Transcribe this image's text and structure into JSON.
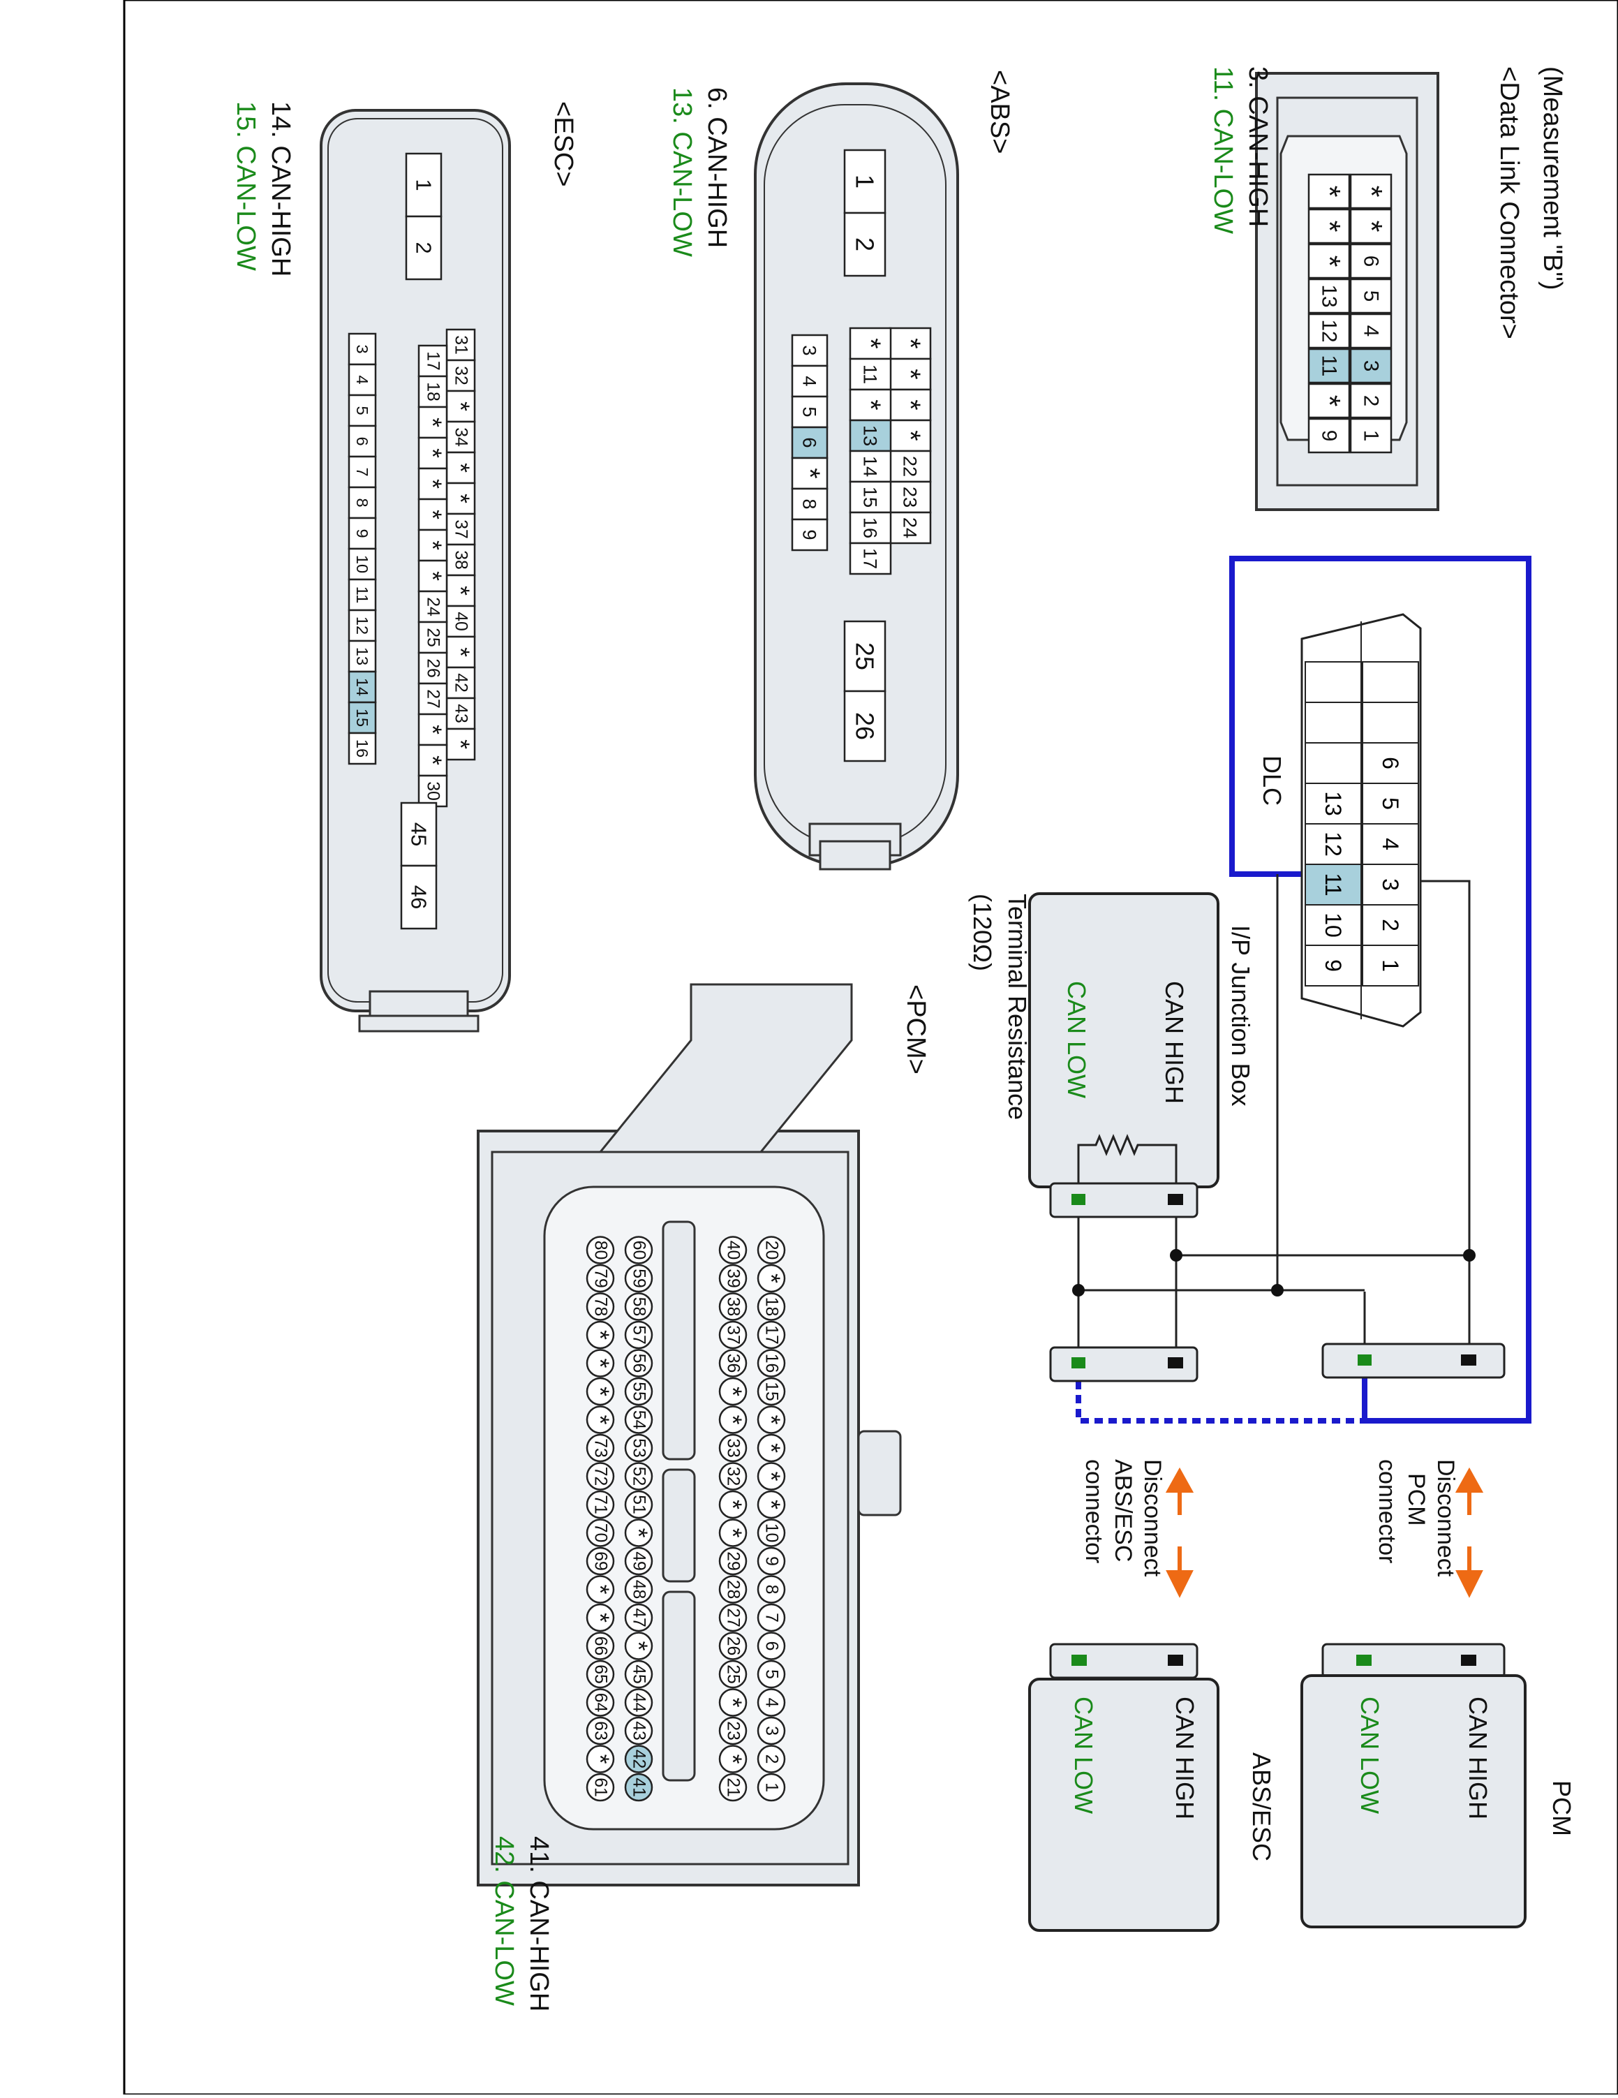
{
  "measurement_label": "(Measurement \"B\")",
  "colors": {
    "can_high_wire": "#111111",
    "can_low_wire": "#1a8a1a",
    "highlight_wire": "#1a1acc",
    "highlight_pin": "#a8d0dc",
    "connector_fill": "#e6eaee",
    "arrow": "#ee6a14"
  },
  "data_link_connector": {
    "title": "<Data Link Connector>",
    "pin_high": "3. CAN-HIGH",
    "pin_low": "11. CAN-LOW",
    "pins": [
      [
        "1",
        "2",
        "3",
        "4",
        "5",
        "6",
        "*",
        "*"
      ],
      [
        "9",
        "*",
        "11",
        "12",
        "13",
        "*",
        "*",
        "*"
      ]
    ],
    "highlighted": [
      "3",
      "11"
    ]
  },
  "abs_connector": {
    "title": "<ABS>",
    "pin_high": "6. CAN-HIGH",
    "pin_low": "13. CAN-LOW",
    "top_pins": [
      "1",
      "2"
    ],
    "rows": [
      [
        "*",
        "*",
        "*",
        "*",
        "22",
        "23",
        "24"
      ],
      [
        "*",
        "11",
        "*",
        "13",
        "14",
        "15",
        "16",
        "17"
      ]
    ],
    "bottom_row": [
      "3",
      "4",
      "5",
      "6",
      "*",
      "8",
      "9"
    ],
    "large_pins": [
      "25",
      "26"
    ],
    "highlighted": [
      "6",
      "13"
    ]
  },
  "esc_connector": {
    "title": "<ESC>",
    "pin_high": "14. CAN-HIGH",
    "pin_low": "15. CAN-LOW",
    "top_pins": [
      "1",
      "2"
    ],
    "rows": [
      [
        "31",
        "32",
        "*",
        "34",
        "*",
        "*",
        "37",
        "38",
        "*",
        "40",
        "*",
        "42",
        "43",
        "*"
      ],
      [
        "17",
        "18",
        "*",
        "*",
        "*",
        "*",
        "*",
        "*",
        "24",
        "25",
        "26",
        "27",
        "*",
        "*",
        "30"
      ]
    ],
    "bottom_row": [
      "3",
      "4",
      "5",
      "6",
      "7",
      "8",
      "9",
      "10",
      "11",
      "12",
      "13",
      "14",
      "15",
      "16"
    ],
    "large_pins": [
      "45",
      "46"
    ],
    "highlighted": [
      "14",
      "15"
    ]
  },
  "pcm_connector": {
    "title": "<PCM>",
    "pin_high": "41. CAN-HIGH",
    "pin_low": "42. CAN-LOW",
    "rows": [
      [
        "1",
        "2",
        "3",
        "4",
        "5",
        "6",
        "7",
        "8",
        "9",
        "10",
        "*",
        "*",
        "*",
        "*",
        "15",
        "16",
        "17",
        "18",
        "*",
        "20"
      ],
      [
        "21",
        "*",
        "23",
        "*",
        "25",
        "26",
        "27",
        "28",
        "29",
        "*",
        "*",
        "32",
        "33",
        "*",
        "*",
        "36",
        "37",
        "38",
        "39",
        "40"
      ],
      [
        "41",
        "42",
        "43",
        "44",
        "45",
        "*",
        "47",
        "48",
        "49",
        "*",
        "51",
        "52",
        "53",
        "54",
        "55",
        "56",
        "57",
        "58",
        "59",
        "60"
      ],
      [
        "61",
        "*",
        "63",
        "64",
        "65",
        "66",
        "*",
        "*",
        "69",
        "70",
        "71",
        "72",
        "73",
        "*",
        "*",
        "*",
        "*",
        "78",
        "79",
        "80"
      ]
    ],
    "highlighted": [
      "41",
      "42"
    ]
  },
  "dlc_diagram": {
    "label": "DLC",
    "row_top": [
      "1",
      "2",
      "3",
      "4",
      "5",
      "6",
      "",
      ""
    ],
    "row_bottom": [
      "9",
      "10",
      "11",
      "12",
      "13",
      "",
      "",
      ""
    ],
    "highlighted": [
      "11"
    ]
  },
  "junction_box": {
    "title": "I/P Junction Box",
    "can_high": "CAN HIGH",
    "can_low": "CAN LOW",
    "terminal_label": "Terminal Resistance",
    "terminal_value": "(120Ω)"
  },
  "pcm_module": {
    "title": "PCM",
    "can_high": "CAN HIGH",
    "can_low": "CAN LOW"
  },
  "abs_module": {
    "title": "ABS/ESC",
    "can_high": "CAN HIGH",
    "can_low": "CAN LOW"
  },
  "disconnect_pcm": [
    "Disconnect",
    "PCM",
    "connector"
  ],
  "disconnect_abs": [
    "Disconnect",
    "ABS/ESC",
    "connector"
  ]
}
